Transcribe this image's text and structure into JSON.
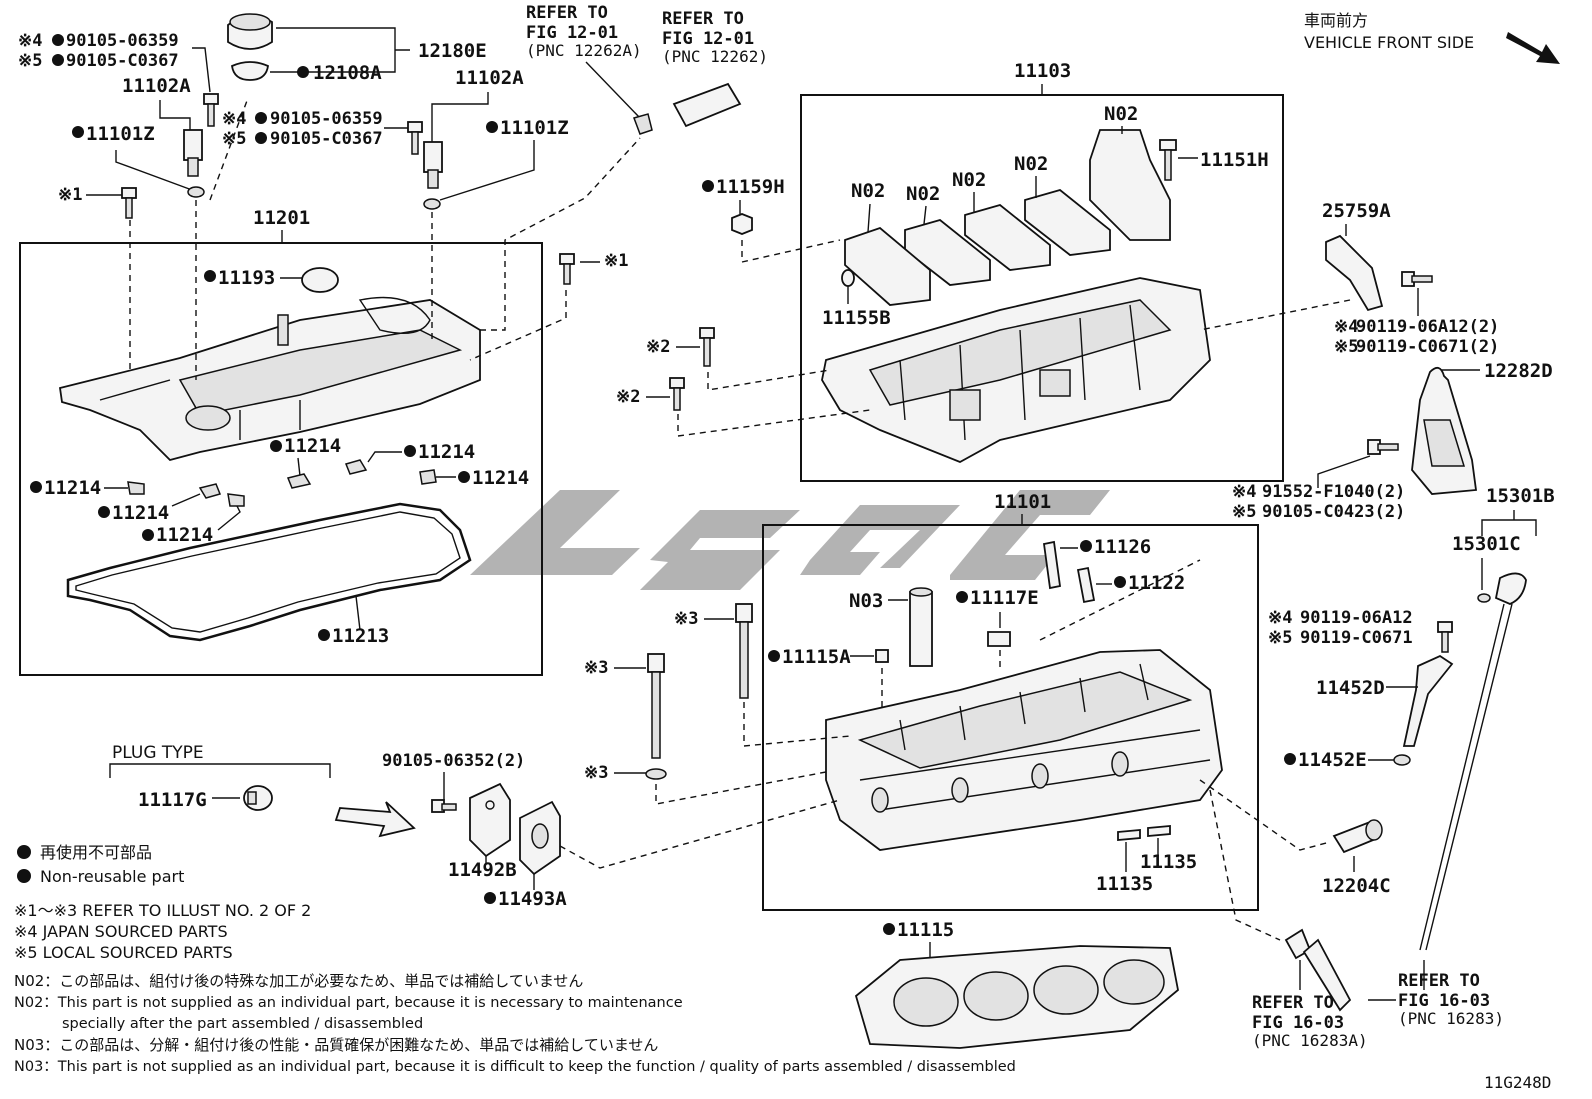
{
  "orientation": {
    "jp": "車両前方",
    "en": "VEHICLE FRONT SIDE"
  },
  "refs": {
    "fig_12_01a": [
      "REFER TO",
      "FIG 12-01",
      "(PNC 12262A)"
    ],
    "fig_12_01b": [
      "REFER TO",
      "FIG 12-01",
      "(PNC 12262)"
    ],
    "fig_16_03a": [
      "REFER TO",
      "FIG 16-03",
      "(PNC 16283A)"
    ],
    "fig_16_03b": [
      "REFER TO",
      "FIG 16-03",
      "(PNC 16283)"
    ]
  },
  "labels": {
    "p12180E": "12180E",
    "p12108A": "12108A",
    "sensor_left_bolt": [
      "※4",
      "90105-06359",
      "※5",
      "90105-C0367"
    ],
    "sensor_right_bolt": [
      "※4",
      "90105-06359",
      "※5",
      "90105-C0367"
    ],
    "p11102A_left": "11102A",
    "p11102A_right": "11102A",
    "p11101Z_left": "11101Z",
    "p11101Z_right": "11101Z",
    "x1_left": "※1",
    "x1_right": "※1",
    "p11201": "11201",
    "p11193": "11193",
    "p11214": "11214",
    "p11213": "11213",
    "p11103": "11103",
    "n02": "N02",
    "p11151H": "11151H",
    "p11159H": "11159H",
    "p11155B": "11155B",
    "x2": "※2",
    "p25759A": "25759A",
    "bolt_25759A": [
      "※4",
      "90119-06A12(2)",
      "※5",
      "90119-C0671(2)"
    ],
    "p12282D": "12282D",
    "bolt_12282D": [
      "※4",
      "91552-F1040(2)",
      "※5",
      "90105-C0423(2)"
    ],
    "p11101": "11101",
    "p15301B": "15301B",
    "p15301C": "15301C",
    "p11126": "11126",
    "p11122": "11122",
    "n03": "N03",
    "p11117E": "11117E",
    "p11115A": "11115A",
    "x3": "※3",
    "bolt_11452D": [
      "※4",
      "90119-06A12",
      "※5",
      "90119-C0671"
    ],
    "p11452D": "11452D",
    "p11452E": "11452E",
    "p12204C": "12204C",
    "p11135": "11135",
    "p11115": "11115",
    "plug_type": "PLUG TYPE",
    "p11117G": "11117G",
    "p90105_06352": "90105-06352(2)",
    "p11492B": "11492B",
    "p11493A": "11493A"
  },
  "legend": {
    "jp": "再使用不可部品",
    "en": "Non-reusable part"
  },
  "notes": [
    "※1～※3  REFER TO ILLUST NO. 2 OF 2",
    "※4 JAPAN SOURCED PARTS",
    "※5 LOCAL SOURCED PARTS",
    "N02：この部品は、組付け後の特殊な加工が必要なため、単品では補給していません",
    "N02：This part is not supplied as an individual part, because it is necessary to maintenance",
    "specially after the part assembled / disassembled",
    "N03：この部品は、分解・組付け後の性能・品質確保が困難なため、単品では補給していません",
    "N03：This part is not supplied as an individual part, because it is difficult to keep the function / quality of parts  assembled / disassembled"
  ],
  "figure_id": "11G248D"
}
